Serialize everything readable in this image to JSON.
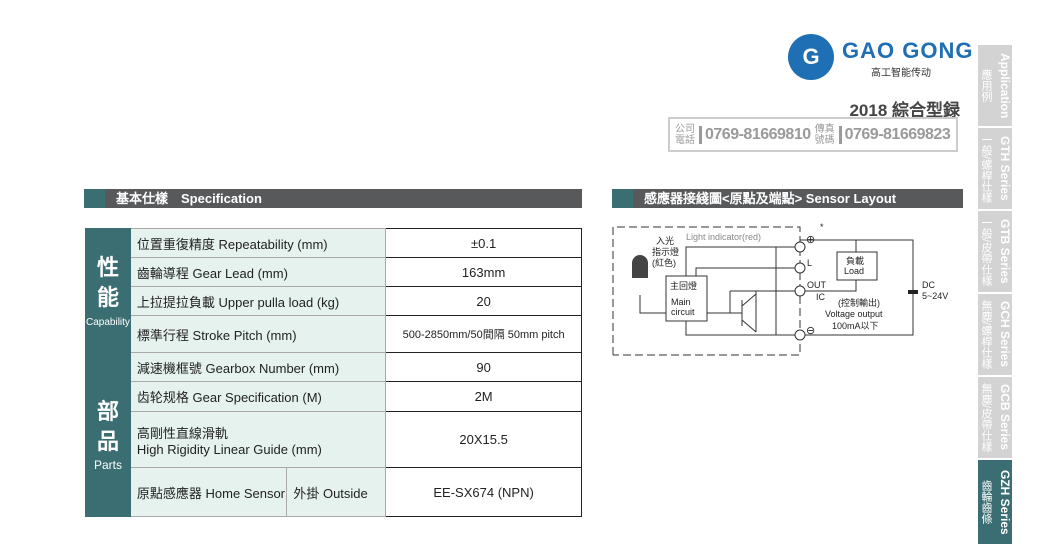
{
  "brand": {
    "logo_text": "GAO GONG",
    "logo_sub": "高工智能传动",
    "catalog": "2018 綜合型録"
  },
  "contact": {
    "phone_label": "公司電話",
    "phone": "0769-81669810",
    "fax_label": "傳真號碼",
    "fax": "0769-81669823"
  },
  "spec": {
    "title": "基本仕樣　Specification",
    "groups": [
      {
        "char1": "性",
        "char2": "能",
        "en": "Capability"
      },
      {
        "char1": "部",
        "char2": "品",
        "en": "Parts"
      }
    ],
    "rows": [
      {
        "label": "位置重復精度  Repeatability (mm)",
        "value": "±0.1"
      },
      {
        "label": "齒輪導程  Gear Lead (mm)",
        "value": "163mm"
      },
      {
        "label": "上拉提拉負載  Upper pulla load (kg)",
        "value": "20"
      },
      {
        "label": "標準行程 Stroke Pitch (mm)",
        "value": "500-2850mm/50間隔  50mm pitch"
      },
      {
        "label": "減速機框號 Gearbox Number (mm)",
        "value": "90"
      },
      {
        "label": "齿轮规格 Gear Specification (M)",
        "value": "2M"
      },
      {
        "label": "高剛性直線滑軌",
        "label2": "High Rigidity Linear Guide (mm)",
        "value": "20X15.5"
      },
      {
        "label": "原點感應器 Home Sensor",
        "sub": "外掛 Outside",
        "value": "EE-SX674 (NPN)"
      }
    ]
  },
  "sensor": {
    "title": "感應器接綫圖<原點及端點>  Sensor Layout",
    "labels": {
      "light_indicator": "Light indicator(red)",
      "in_light1": "入光",
      "in_light2": "指示燈",
      "in_light3": "(紅色)",
      "main_zh": "主回燈",
      "main_en1": "Main",
      "main_en2": "circuit",
      "load_zh": "負載",
      "load_en": "Load",
      "out": "OUT",
      "ic": "IC",
      "ctrl": "(控制輸出)",
      "vout": "Voltage output",
      "ma": "100mA以下",
      "dc": "DC",
      "dcv": "5~24V",
      "star": "*",
      "plus": "⊕",
      "minus": "⊖",
      "l": "L"
    }
  },
  "tabs": [
    {
      "en": "Application",
      "zh": "應用例"
    },
    {
      "en": "GTH Series",
      "zh": "一般/螺桿仕樣"
    },
    {
      "en": "GTB Series",
      "zh": "一般/皮帶仕樣"
    },
    {
      "en": "GCH Series",
      "zh": "無塵/螺桿仕樣"
    },
    {
      "en": "GCB Series",
      "zh": "無塵/皮帶仕樣"
    },
    {
      "en": "GZH Series",
      "zh": "齒輪齒條",
      "active": true
    }
  ]
}
